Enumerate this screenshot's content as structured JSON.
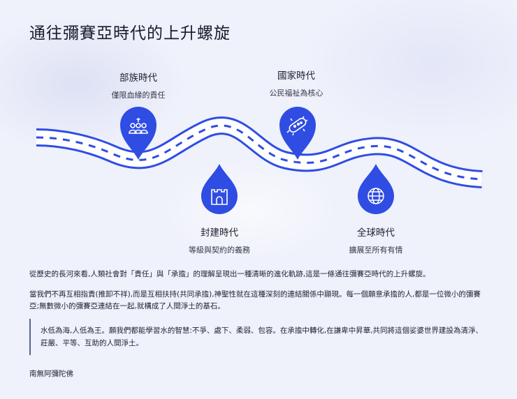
{
  "title": "通往彌賽亞時代的上升螺旋",
  "colors": {
    "road": "#2f4de3",
    "road_inner": "#ffffff",
    "dash": "#2f4de3",
    "marker": "#2f4de3"
  },
  "stages": [
    {
      "name": "部族時代",
      "desc": "僅限血緣的責任",
      "icon": "people-icon"
    },
    {
      "name": "封建時代",
      "desc": "等級與契約的義務",
      "icon": "castle-icon"
    },
    {
      "name": "國家時代",
      "desc": "公民福祉為核心",
      "icon": "bacteria-icon"
    },
    {
      "name": "全球時代",
      "desc": "擴展至所有有情",
      "icon": "globe-icon"
    }
  ],
  "paragraph1": "從歷史的長河來看,人類社會對「責任」與「承擔」的理解呈現出一種清晰的進化軌跡,這是一條通往彌賽亞時代的上升螺旋。",
  "paragraph2": "當我們不再互相指責(推卸不祥),而是互相扶持(共同承擔),神聖性就在這種深刻的連結關係中顯現。每一個願意承擔的人,都是一位微小的彌賽亞;無數微小的彌賽亞連結在一起,就構成了人間淨土的基石。",
  "quote": "水低為海,人低為王。願我們都能學習水的智慧:不爭、處下、柔弱、包容。在承擔中轉化,在謙卑中昇華,共同將這個娑婆世界建設為清淨、莊嚴、平等、互助的人間淨土。",
  "signature": "南無阿彌陀佛"
}
